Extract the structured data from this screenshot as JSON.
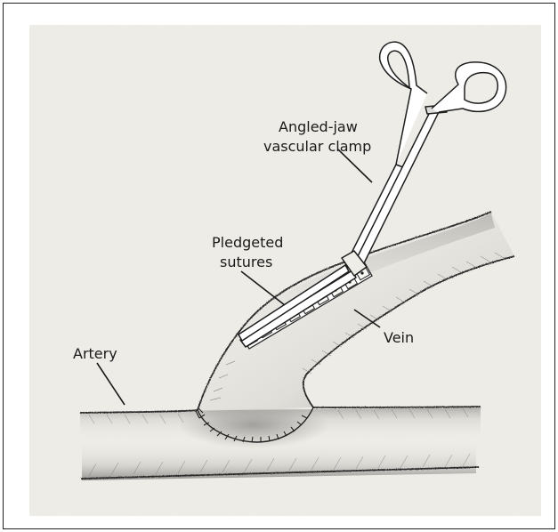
{
  "figure": {
    "labels": {
      "clamp_line1": "Angled-jaw",
      "clamp_line2": "vascular clamp",
      "sutures_line1": "Pledgeted",
      "sutures_line2": "sutures",
      "artery": "Artery",
      "vein": "Vein"
    }
  },
  "colors": {
    "paper": "#efede7",
    "pencil": "#2a2a2a",
    "shade": "#8a8a88"
  }
}
